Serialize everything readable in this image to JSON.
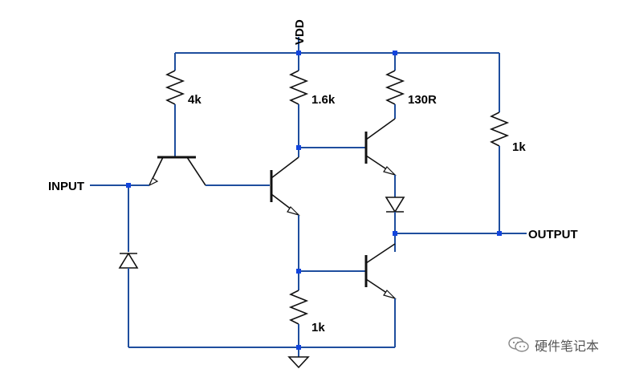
{
  "labels": {
    "vdd": "VDD",
    "input": "INPUT",
    "output": "OUTPUT",
    "r_4k": "4k",
    "r_1k6": "1.6k",
    "r_130": "130R",
    "r_1k_pullup": "1k",
    "r_1k_bottom": "1k"
  },
  "watermark": {
    "text": "硬件笔记本",
    "icon": "wechat-icon"
  },
  "colors": {
    "wire": "#1f4e9e",
    "junction": "#1144dd",
    "component": "#111111"
  }
}
